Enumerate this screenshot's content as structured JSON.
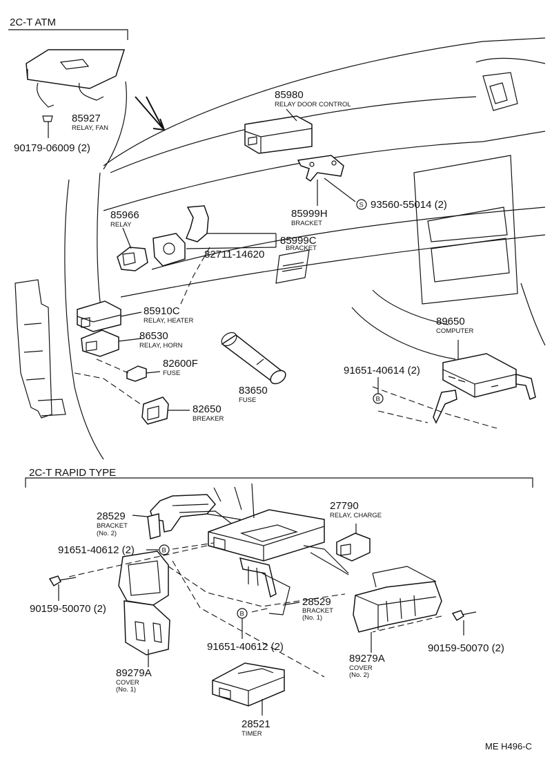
{
  "sections": {
    "atm": "2C-T ATM",
    "rapid": "2C-T RAPID TYPE"
  },
  "symbols": {
    "s": "S",
    "b": "B"
  },
  "footer": "ME H496-C",
  "parts": {
    "p85927": {
      "num": "85927",
      "desc": "RELAY, FAN"
    },
    "p90179": {
      "num": "90179-06009 (2)"
    },
    "p85980": {
      "num": "85980",
      "desc": "RELAY DOOR CONTROL"
    },
    "p85966": {
      "num": "85966",
      "desc": "RELAY"
    },
    "p85999h": {
      "num": "85999H",
      "desc": "BRACKET"
    },
    "p93560": {
      "num": "93560-55014 (2)"
    },
    "p85999c": {
      "num": "85999C",
      "desc": "BRACKET"
    },
    "p82711": {
      "num": "82711-14620"
    },
    "p85910c": {
      "num": "85910C",
      "desc": "RELAY, HEATER"
    },
    "p86530": {
      "num": "86530",
      "desc": "RELAY, HORN"
    },
    "p82600f": {
      "num": "82600F",
      "desc": "FUSE"
    },
    "p83650": {
      "num": "83650",
      "desc": "FUSE"
    },
    "p82650": {
      "num": "82650",
      "desc": "BREAKER"
    },
    "p89650": {
      "num": "89650",
      "desc": "COMPUTER"
    },
    "p91651a": {
      "num": "91651-40614 (2)"
    },
    "p28529a": {
      "num": "28529",
      "desc": "BRACKET",
      "desc2": "(No. 2)"
    },
    "p27790": {
      "num": "27790",
      "desc": "RELAY, CHARGE"
    },
    "p91651b": {
      "num": "91651-40612 (2)"
    },
    "p90159a": {
      "num": "90159-50070 (2)"
    },
    "p28529b": {
      "num": "28529",
      "desc": "BRACKET",
      "desc2": "(No. 1)"
    },
    "p91651c": {
      "num": "91651-40612 (2)"
    },
    "p90159b": {
      "num": "90159-50070 (2)"
    },
    "p89279a1": {
      "num": "89279A",
      "desc": "COVER",
      "desc2": "(No. 1)"
    },
    "p89279a2": {
      "num": "89279A",
      "desc": "COVER",
      "desc2": "(No. 2)"
    },
    "p28521": {
      "num": "28521",
      "desc": "TIMER"
    }
  }
}
